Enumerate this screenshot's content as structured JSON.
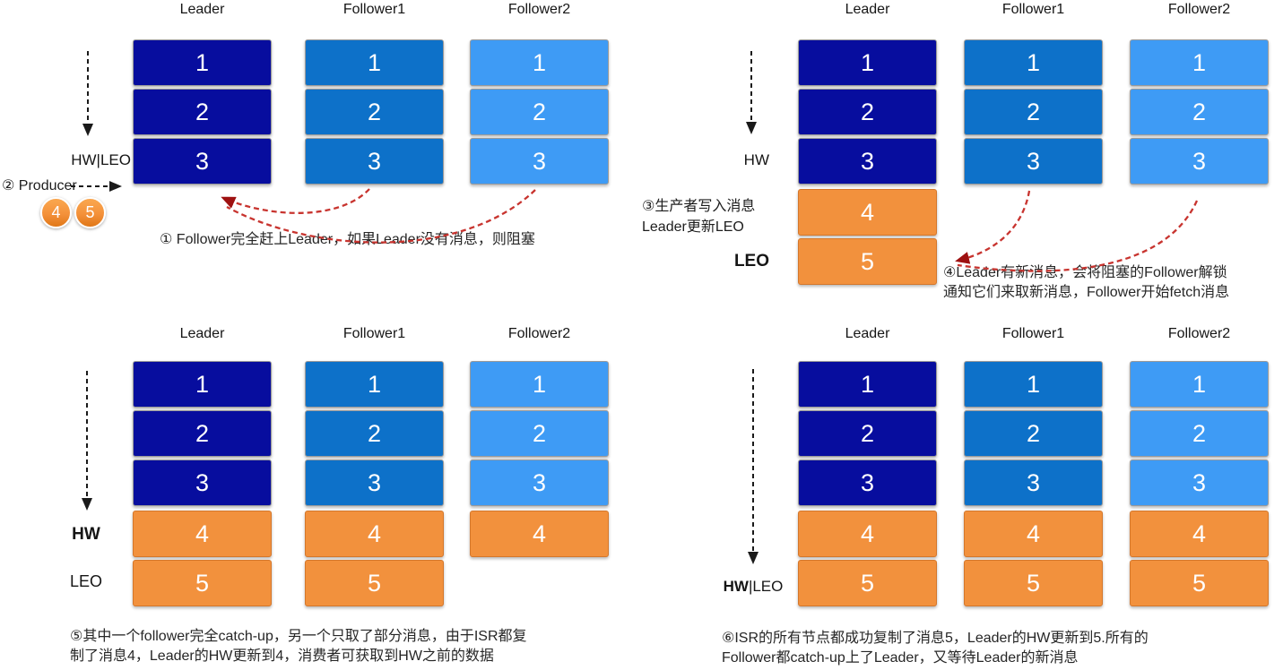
{
  "colors": {
    "leader_block": "#070D9E",
    "follower1_block": "#0D71C9",
    "follower2_block": "#3E9BF5",
    "new_message_block": "#F2913D",
    "new_message_border": "#D4772B",
    "blue_block_border": "#9A9A9A",
    "red_arrow": "#C8342F",
    "red_arrowhead": "#9E1111",
    "black_arrow": "#1A1A1A",
    "producer_badge": "#F4913A"
  },
  "panels": [
    {
      "id": "step1",
      "columns": [
        {
          "header": "Leader",
          "blocks": [
            {
              "n": "1",
              "c": "leader"
            },
            {
              "n": "2",
              "c": "leader"
            },
            {
              "n": "3",
              "c": "leader"
            }
          ]
        },
        {
          "header": "Follower1",
          "blocks": [
            {
              "n": "1",
              "c": "follower1"
            },
            {
              "n": "2",
              "c": "follower1"
            },
            {
              "n": "3",
              "c": "follower1"
            }
          ]
        },
        {
          "header": "Follower2",
          "blocks": [
            {
              "n": "1",
              "c": "follower2"
            },
            {
              "n": "2",
              "c": "follower2"
            },
            {
              "n": "3",
              "c": "follower2"
            }
          ]
        }
      ],
      "labels": [
        {
          "id": "hw-leo",
          "parts": [
            {
              "t": "HW|LEO",
              "b": false
            }
          ]
        }
      ],
      "producer": {
        "label": "② Producer",
        "badges": [
          "4",
          "5"
        ]
      },
      "caption": {
        "lines": [
          "① Follower完全赶上Leader，如果Leader没有消息，则阻塞"
        ]
      }
    },
    {
      "id": "step2",
      "columns": [
        {
          "header": "Leader",
          "blocks": [
            {
              "n": "1",
              "c": "leader"
            },
            {
              "n": "2",
              "c": "leader"
            },
            {
              "n": "3",
              "c": "leader"
            },
            {
              "n": "4",
              "c": "new"
            },
            {
              "n": "5",
              "c": "new"
            }
          ]
        },
        {
          "header": "Follower1",
          "blocks": [
            {
              "n": "1",
              "c": "follower1"
            },
            {
              "n": "2",
              "c": "follower1"
            },
            {
              "n": "3",
              "c": "follower1"
            }
          ]
        },
        {
          "header": "Follower2",
          "blocks": [
            {
              "n": "1",
              "c": "follower2"
            },
            {
              "n": "2",
              "c": "follower2"
            },
            {
              "n": "3",
              "c": "follower2"
            }
          ]
        }
      ],
      "labels": [
        {
          "id": "hw",
          "parts": [
            {
              "t": "HW",
              "b": false
            }
          ]
        },
        {
          "id": "leo",
          "parts": [
            {
              "t": "LEO",
              "b": true
            }
          ]
        }
      ],
      "note": {
        "lines": [
          "③生产者写入消息",
          "Leader更新LEO"
        ]
      },
      "caption": {
        "lines": [
          "④Leader有新消息，会将阻塞的Follower解锁",
          "通知它们来取新消息，Follower开始fetch消息"
        ]
      }
    },
    {
      "id": "step3",
      "columns": [
        {
          "header": "Leader",
          "blocks": [
            {
              "n": "1",
              "c": "leader"
            },
            {
              "n": "2",
              "c": "leader"
            },
            {
              "n": "3",
              "c": "leader"
            },
            {
              "n": "4",
              "c": "new"
            },
            {
              "n": "5",
              "c": "new"
            }
          ]
        },
        {
          "header": "Follower1",
          "blocks": [
            {
              "n": "1",
              "c": "follower1"
            },
            {
              "n": "2",
              "c": "follower1"
            },
            {
              "n": "3",
              "c": "follower1"
            },
            {
              "n": "4",
              "c": "new"
            },
            {
              "n": "5",
              "c": "new"
            }
          ]
        },
        {
          "header": "Follower2",
          "blocks": [
            {
              "n": "1",
              "c": "follower2"
            },
            {
              "n": "2",
              "c": "follower2"
            },
            {
              "n": "3",
              "c": "follower2"
            },
            {
              "n": "4",
              "c": "new"
            }
          ]
        }
      ],
      "labels": [
        {
          "id": "hw",
          "parts": [
            {
              "t": "HW",
              "b": true
            }
          ]
        },
        {
          "id": "leo",
          "parts": [
            {
              "t": "LEO",
              "b": false
            }
          ]
        }
      ],
      "caption": {
        "lines": [
          "⑤其中一个follower完全catch-up，另一个只取了部分消息，由于ISR都复",
          "制了消息4，Leader的HW更新到4，消费者可获取到HW之前的数据"
        ]
      }
    },
    {
      "id": "step4",
      "columns": [
        {
          "header": "Leader",
          "blocks": [
            {
              "n": "1",
              "c": "leader"
            },
            {
              "n": "2",
              "c": "leader"
            },
            {
              "n": "3",
              "c": "leader"
            },
            {
              "n": "4",
              "c": "new"
            },
            {
              "n": "5",
              "c": "new"
            }
          ]
        },
        {
          "header": "Follower1",
          "blocks": [
            {
              "n": "1",
              "c": "follower1"
            },
            {
              "n": "2",
              "c": "follower1"
            },
            {
              "n": "3",
              "c": "follower1"
            },
            {
              "n": "4",
              "c": "new"
            },
            {
              "n": "5",
              "c": "new"
            }
          ]
        },
        {
          "header": "Follower2",
          "blocks": [
            {
              "n": "1",
              "c": "follower2"
            },
            {
              "n": "2",
              "c": "follower2"
            },
            {
              "n": "3",
              "c": "follower2"
            },
            {
              "n": "4",
              "c": "new"
            },
            {
              "n": "5",
              "c": "new"
            }
          ]
        }
      ],
      "labels": [
        {
          "id": "hw-leo",
          "parts": [
            {
              "t": "HW",
              "b": true
            },
            {
              "t": "|LEO",
              "b": false
            }
          ]
        }
      ],
      "caption": {
        "lines": [
          "⑥ISR的所有节点都成功复制了消息5，Leader的HW更新到5.所有的",
          "Follower都catch-up上了Leader，又等待Leader的新消息"
        ]
      }
    }
  ]
}
